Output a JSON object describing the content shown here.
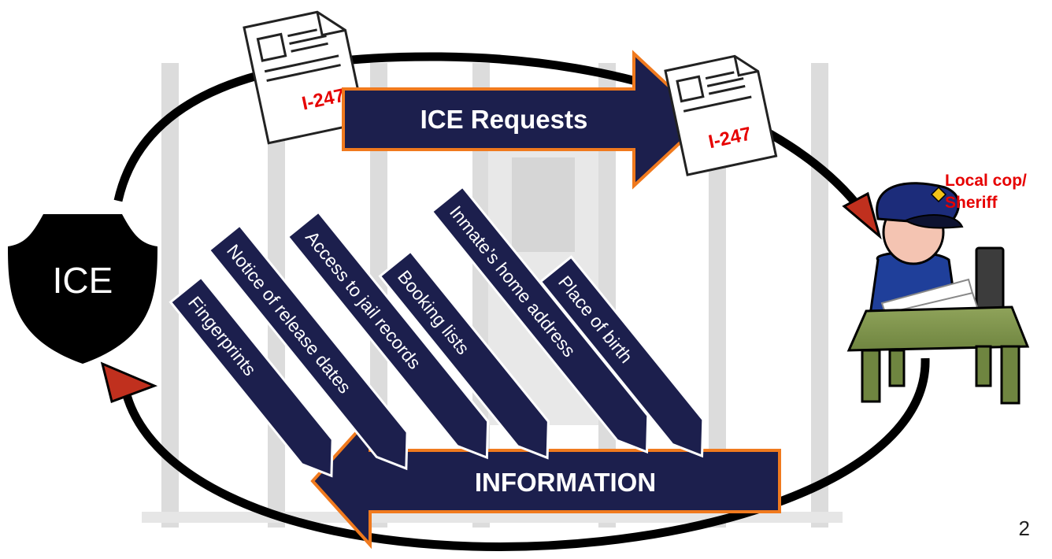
{
  "ice_label": "ICE",
  "requests_label": "ICE Requests",
  "information_label": "INFORMATION",
  "form_code_1": "I-247",
  "form_code_2": "I-247",
  "officer_label_line1": "Local cop/",
  "officer_label_line2": "Sheriff",
  "information_items": [
    "Fingerprints",
    "Notice of release dates",
    "Access to jail records",
    "Booking lists",
    "Inmate’s home address",
    "Place of birth"
  ],
  "page_number": "2",
  "colors": {
    "navy": "#1c1f4d",
    "orange": "#f07a1e",
    "red_text": "#e60000",
    "bars": "#dcdcdc",
    "arrowhead_red": "#c0301e"
  }
}
